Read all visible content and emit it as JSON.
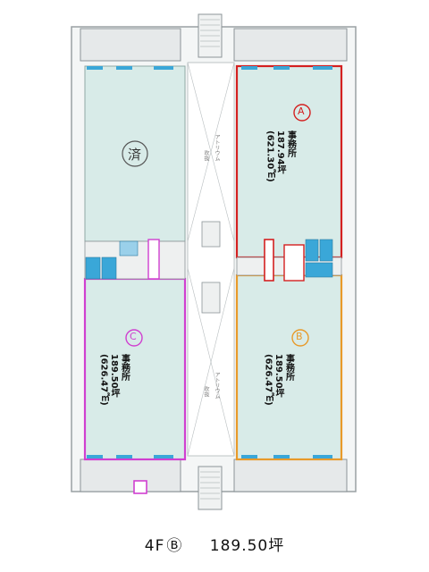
{
  "floor_plan": {
    "units": [
      {
        "id": "A",
        "label_letter": "A",
        "name": "事務所",
        "tsubo": "187.94坪",
        "area_m2": "(621.30㎡)",
        "color": "#d42020"
      },
      {
        "id": "B",
        "label_letter": "B",
        "name": "事務所",
        "tsubo": "189.50坪",
        "area_m2": "(626.47㎡)",
        "color": "#e89a2a"
      },
      {
        "id": "C",
        "label_letter": "C",
        "name": "事務所",
        "tsubo": "189.50坪",
        "area_m2": "(626.47㎡)",
        "color": "#d040d0"
      }
    ],
    "occupied_mark": "済",
    "corridor_label": "アトリウム",
    "corridor_label_sub": "吹抜"
  },
  "caption": {
    "floor": "4F",
    "unit_circle": "Ⓑ",
    "area": "189.50坪"
  }
}
